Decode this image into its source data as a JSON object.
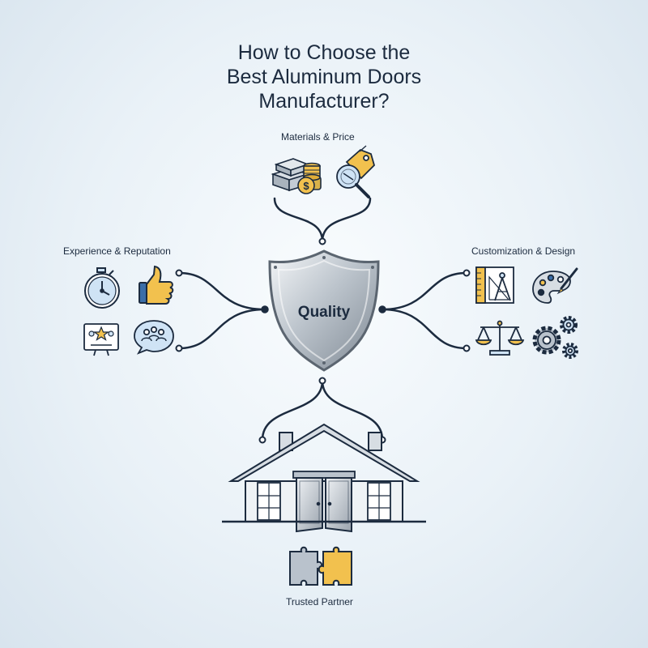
{
  "title": {
    "line1": "How to Choose the",
    "line2": "Best Aluminum Doors",
    "line3": "Manufacturer?"
  },
  "center": {
    "label": "Quality"
  },
  "categories": {
    "top": {
      "label": "Materials & Price",
      "icons": [
        "coin-stack-icon",
        "price-tag-magnifier-icon"
      ]
    },
    "left": {
      "label": "Experience & Reputation",
      "icons": [
        "stopwatch-icon",
        "thumbs-up-icon",
        "rating-board-icon",
        "team-chat-icon"
      ]
    },
    "right": {
      "label": "Customization & Design",
      "icons": [
        "drafting-compass-icon",
        "paint-palette-icon",
        "balance-scale-icon",
        "gears-icon"
      ]
    },
    "bottom": {
      "label": "Trusted Partner",
      "icons": [
        "house-double-door-icon",
        "puzzle-pieces-icon"
      ]
    }
  },
  "colors": {
    "navy": "#1c2b3f",
    "accent_blue": "#3b6ea8",
    "gold": "#f2c14e",
    "steel": "#b9c2cc",
    "light_blue": "#cfe3f5"
  }
}
